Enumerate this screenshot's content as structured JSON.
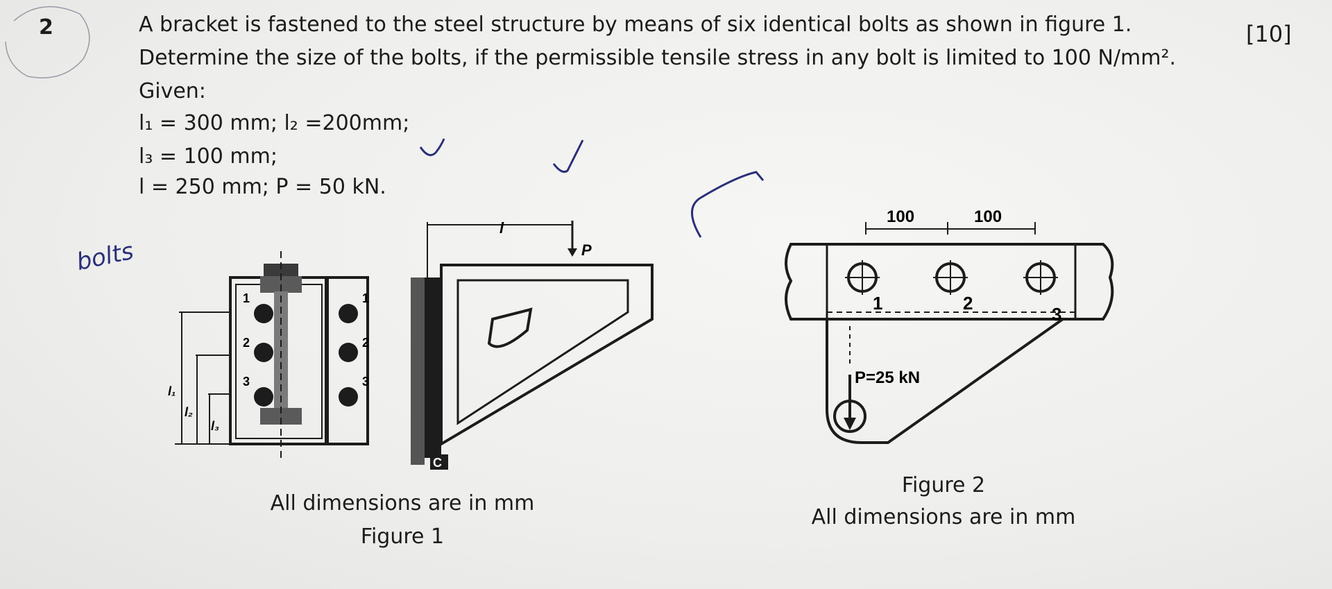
{
  "question": {
    "number": "2",
    "marks": "[10]",
    "line1": "A bracket is fastened to the steel structure by means of six identical bolts as shown in figure 1.",
    "line2": "Determine the size of the bolts, if the permissible tensile stress in any bolt is limited to 100 N/mm².",
    "given_label": "Given:",
    "given_1": "l₁ = 300 mm; l₂ =200mm;",
    "given_2": "l₃ = 100 mm;",
    "given_3": "l = 250 mm; P = 50 kN."
  },
  "annotation": {
    "handwritten_note": "bolts"
  },
  "figure1": {
    "caption_dims": "All dimensions are in mm",
    "caption": "Figure 1",
    "label_l": "l",
    "label_P": "P",
    "label_C": "C",
    "label_l1": "l₁",
    "label_l2": "l₂",
    "label_l3": "l₃",
    "bolt_1": "1",
    "bolt_2": "2",
    "bolt_3": "3"
  },
  "figure2": {
    "caption": "Figure 2",
    "caption_dims": "All dimensions are in mm",
    "dim_left": "100",
    "dim_right": "100",
    "load": "P=25 kN",
    "bolt_1": "1",
    "bolt_2": "2",
    "bolt_3": "3"
  },
  "colors": {
    "ink": "#1c1c1c",
    "handwriting": "#2b2f7a",
    "paper": "#f0f0ee"
  }
}
